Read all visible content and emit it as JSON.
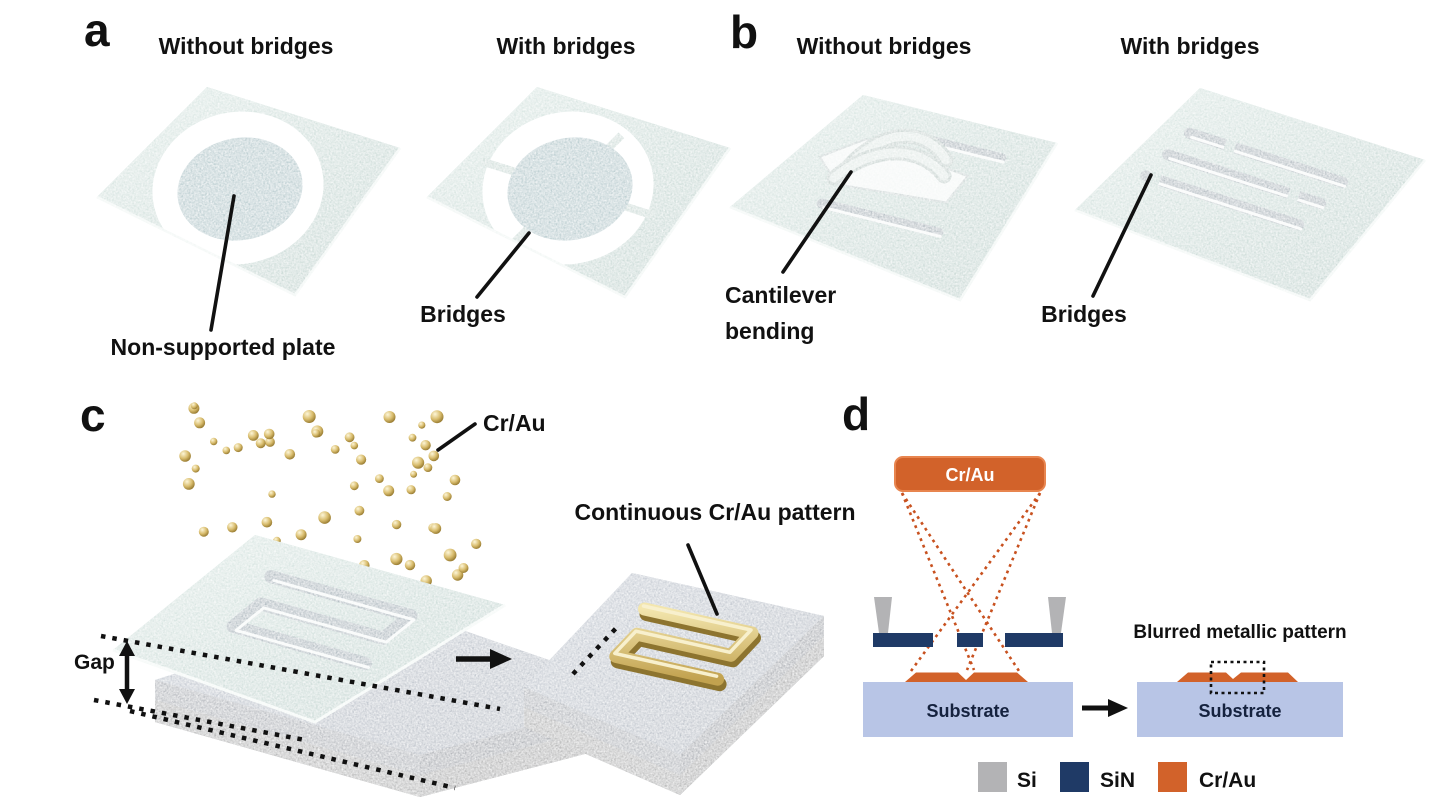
{
  "panels": {
    "a": {
      "label": "a",
      "left_title": "Without bridges",
      "right_title": "With bridges",
      "left_annotation": "Non-supported plate",
      "right_annotation": "Bridges"
    },
    "b": {
      "label": "b",
      "left_title": "Without bridges",
      "right_title": "With bridges",
      "left_annotation": [
        "Cantilever",
        "bending"
      ],
      "right_annotation": "Bridges"
    },
    "c": {
      "label": "c",
      "particles_label": "Cr/Au",
      "gap_label": "Gap",
      "result_label": "Continuous Cr/Au pattern"
    },
    "d": {
      "label": "d",
      "source_label": "Cr/Au",
      "left_substrate_label": "Substrate",
      "right_substrate_label": "Substrate",
      "result_label": "Blurred metallic pattern",
      "legend": [
        {
          "label": "Si",
          "color": "#b3b3b5"
        },
        {
          "label": "SiN",
          "color": "#1f3a66"
        },
        {
          "label": "Cr/Au",
          "color": "#d2622a"
        }
      ]
    }
  },
  "colors": {
    "stencil_teal": "#b4cdc7",
    "plate_disc": "#8fb2b8",
    "slab_gray": "#9aa5b3",
    "gold": "#d9c27c",
    "substrate_blue": "#b8c5e6",
    "sin_navy": "#1f3a66",
    "si_gray": "#b3b3b5",
    "crau_orange": "#d2622a",
    "annotation_black": "#111111"
  }
}
